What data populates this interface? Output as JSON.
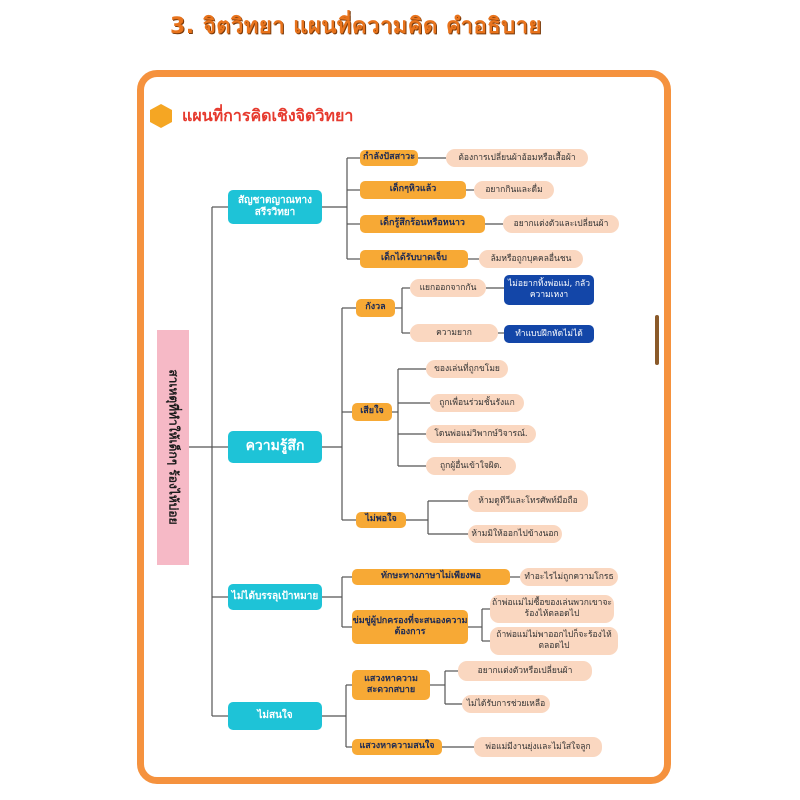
{
  "page_title": "3. จิตวิทยา แผนที่ความคิด คำอธิบาย",
  "map_title": "แผนที่การคิดเชิงจิตวิทยา",
  "root": "สาเหตุที่ทำให้เด็กๆ ร้องไห้บ่อย",
  "branches": [
    {
      "label": "สัญชาตญาณทางสรีรวิทยา",
      "subs": [
        {
          "label": "กำลังปัสสาวะ",
          "leaves": [
            {
              "text": "ต้องการเปลี่ยนผ้าอ้อมหรือเสื้อผ้า"
            }
          ]
        },
        {
          "label": "เด็กๆหิวแล้ว",
          "leaves": [
            {
              "text": "อยากกินและดื่ม"
            }
          ]
        },
        {
          "label": "เด็กรู้สึกร้อนหรือหนาว",
          "leaves": [
            {
              "text": "อยากแต่งตัวและเปลี่ยนผ้า"
            }
          ]
        },
        {
          "label": "เด็กได้รับบาดเจ็บ",
          "leaves": [
            {
              "text": "ล้มหรือถูกบุคคลอื่นชน"
            }
          ]
        }
      ]
    },
    {
      "label": "ความรู้สึก",
      "subs": [
        {
          "label": "กังวล",
          "leaves": [
            {
              "text": "แยกออกจากกัน",
              "note": "ไม่อยากทิ้งพ่อแม่, กลัวความเหงา"
            },
            {
              "text": "ความยาก",
              "note": "ทำแบบฝึกหัดไม่ได้"
            }
          ]
        },
        {
          "label": "เสียใจ",
          "leaves": [
            {
              "text": "ของเล่นที่ถูกขโมย"
            },
            {
              "text": "ถูกเพื่อนร่วมชั้นรังแก"
            },
            {
              "text": "โดนพ่อแม่วิพากษ์วิจารณ์."
            },
            {
              "text": "ถูกผู้อื่นเข้าใจผิด."
            }
          ]
        },
        {
          "label": "ไม่พอใจ",
          "leaves": [
            {
              "text": "ห้ามดูทีวีและโทรศัพท์มือถือ"
            },
            {
              "text": "ห้ามมิให้ออกไปข้างนอก"
            }
          ]
        }
      ]
    },
    {
      "label": "ไม่ได้บรรลุเป้าหมาย",
      "subs": [
        {
          "label": "ทักษะทางภาษาไม่เพียงพอ",
          "leaves": [
            {
              "text": "ทำอะไรไม่ถูกความโกรธ"
            }
          ]
        },
        {
          "label": "ข่มขู่ผู้ปกครองที่จะสนองความต้องการ",
          "leaves": [
            {
              "text": "ถ้าพ่อแม่ไม่ซื้อของเล่นพวกเขาจะร้องไห้ตลอดไป"
            },
            {
              "text": "ถ้าพ่อแม่ไม่พาออกไปก็จะร้องไห้ตลอดไป"
            }
          ]
        }
      ]
    },
    {
      "label": "ไม่สนใจ",
      "subs": [
        {
          "label": "แสวงหาความสะดวกสบาย",
          "leaves": [
            {
              "text": "อยากแต่งตัวหรือเปลี่ยนผ้า"
            },
            {
              "text": "ไม่ได้รับการช่วยเหลือ"
            }
          ]
        },
        {
          "label": "แสวงหาความสนใจ",
          "leaves": [
            {
              "text": "พ่อแม่มีงานยุ่งและไม่ใส่ใจลูก"
            }
          ]
        }
      ]
    }
  ],
  "colors": {
    "frame": "#f5923e",
    "branch": "#1ec3d7",
    "sub": "#f7a935",
    "leaf": "#fad7c0",
    "note": "#1346a8",
    "root": "#f6b9c6",
    "line": "#555555"
  },
  "icons": [
    "hexagon-icon"
  ]
}
